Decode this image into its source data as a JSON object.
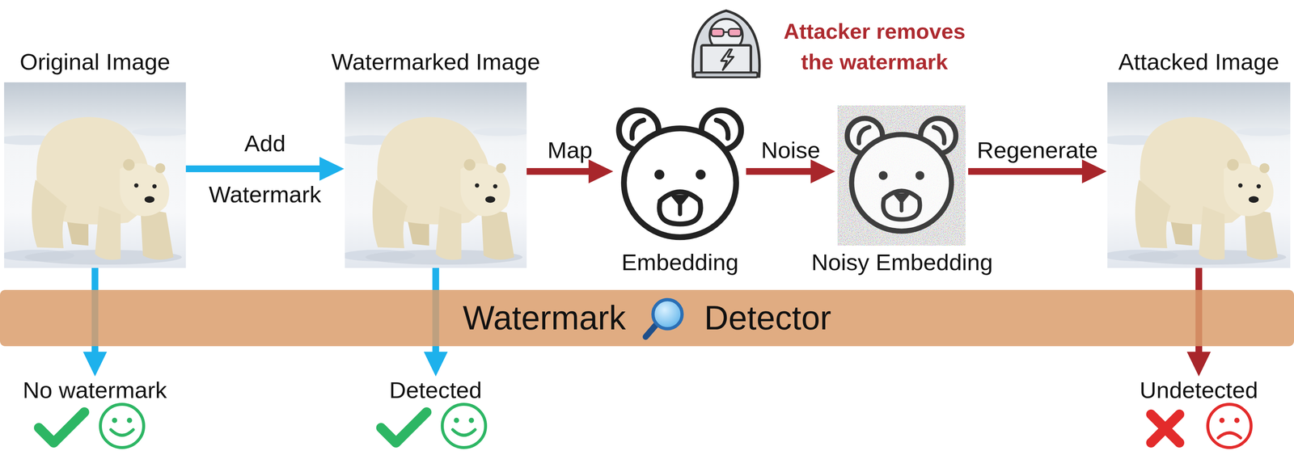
{
  "diagram": {
    "nodes": [
      {
        "text": [
          "Original Image"
        ]
      },
      {
        "text": [
          "Watermarked Image"
        ]
      },
      {
        "text": [
          "Embedding"
        ]
      },
      {
        "text": [
          "Noisy Embedding"
        ]
      },
      {
        "text": [
          "Attacked Image"
        ]
      },
      {
        "text": [
          "Watermark",
          "Detector"
        ]
      },
      {
        "text": [
          "No watermark"
        ]
      },
      {
        "text": [
          "Detected"
        ]
      },
      {
        "text": [
          "Undetected"
        ]
      }
    ],
    "edges": [
      {
        "from": 0,
        "to": 1,
        "label": "Add Watermark",
        "arrow": "to"
      },
      {
        "from": 1,
        "to": 2,
        "label": "Map",
        "arrow": "to"
      },
      {
        "from": 2,
        "to": 3,
        "label": "Noise",
        "arrow": "to"
      },
      {
        "from": 3,
        "to": 4,
        "label": "Regenerate",
        "arrow": "to"
      },
      {
        "from": 0,
        "to": 6,
        "arrow": "to"
      },
      {
        "from": 1,
        "to": 7,
        "arrow": "to"
      },
      {
        "from": 4,
        "to": 8,
        "arrow": "to"
      }
    ],
    "labels": [
      "Attacker removes the watermark"
    ]
  }
}
